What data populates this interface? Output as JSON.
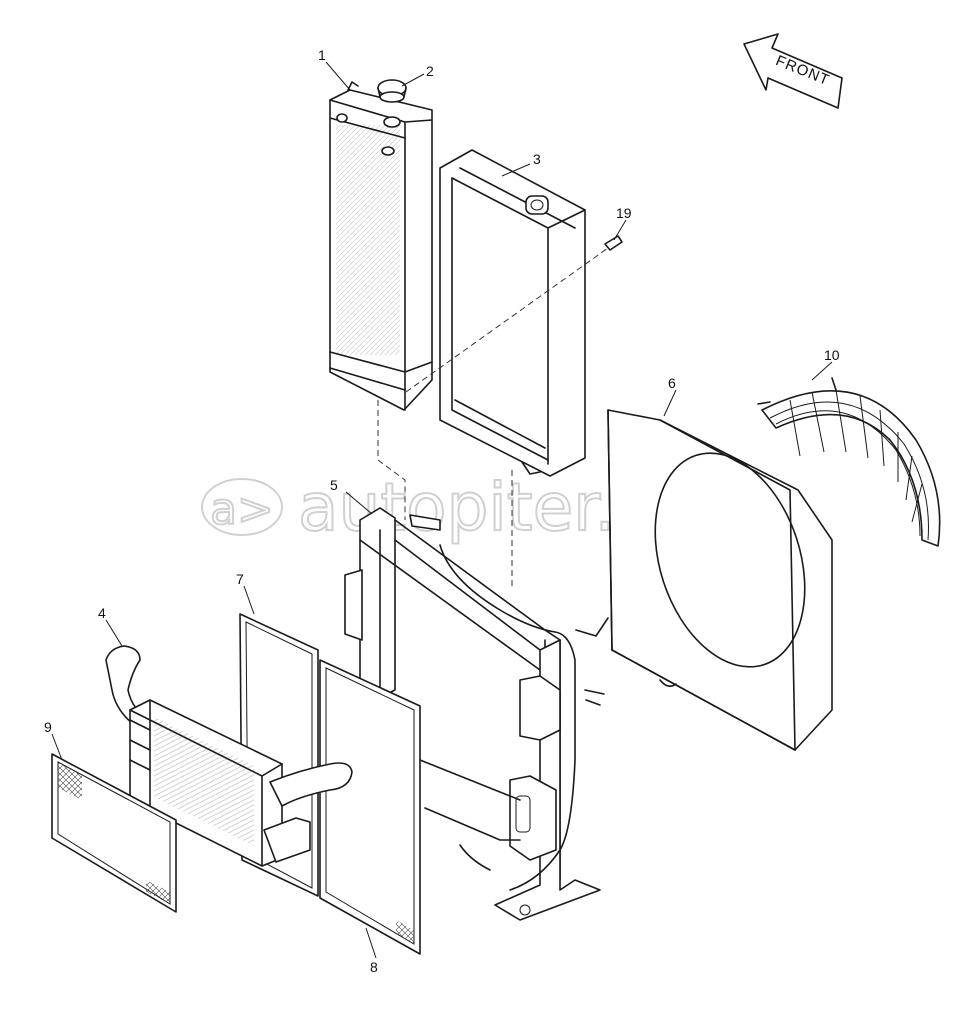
{
  "orientation_arrow": {
    "label": "FRONT"
  },
  "watermark": {
    "text": "autopiter.ru",
    "logo": "a>"
  },
  "callouts": [
    {
      "id": "c1",
      "label": "1"
    },
    {
      "id": "c2",
      "label": "2"
    },
    {
      "id": "c3",
      "label": "3"
    },
    {
      "id": "c4",
      "label": "4"
    },
    {
      "id": "c5",
      "label": "5"
    },
    {
      "id": "c6",
      "label": "6"
    },
    {
      "id": "c7",
      "label": "7"
    },
    {
      "id": "c8",
      "label": "8"
    },
    {
      "id": "c9",
      "label": "9"
    },
    {
      "id": "c10",
      "label": "10"
    },
    {
      "id": "c19",
      "label": "19"
    }
  ]
}
